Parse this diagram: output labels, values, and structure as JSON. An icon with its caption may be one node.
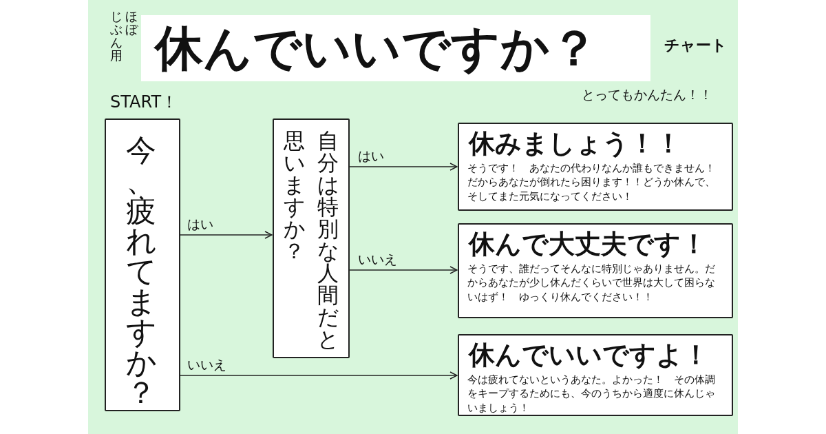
{
  "diagram": {
    "title": "休んでいいですか？",
    "nodes": [
      {
        "text": [
          "今、疲れてますか？"
        ],
        "beside": [
          "START！"
        ]
      },
      {
        "text": [
          "自分は特別な人間だと思いますか？"
        ]
      },
      {
        "text": [
          "休みましょう！！",
          "そうです！　あなたの代わりなんか誰もできません！だからあなたが倒れたら困ります！！どうか休んで、そしてまた元気になってください！"
        ]
      },
      {
        "text": [
          "休んで大丈夫です！",
          "そうです、誰だってそんなに特別じゃありません。だからあなたが少し休んだくらいで世界は大して困らないはず！　ゆっくり休んでください！！"
        ]
      },
      {
        "text": [
          "休んでいいですよ！",
          "今は疲れてないというあなた。よかった！　その体調をキープするためにも、今のうちから適度に休んじゃいましょう！"
        ]
      }
    ],
    "edges": [
      {
        "from": 0,
        "to": 1,
        "arrow": "to",
        "label": "はい"
      },
      {
        "from": 1,
        "to": 2,
        "arrow": "to",
        "label": "はい"
      },
      {
        "from": 1,
        "to": 3,
        "arrow": "to",
        "label": "いいえ"
      },
      {
        "from": 0,
        "to": 4,
        "arrow": "to",
        "label": "いいえ"
      }
    ],
    "labels": [
      "ほぼ",
      "じぶん用",
      "チャート",
      "とってもかんたん！！"
    ]
  }
}
